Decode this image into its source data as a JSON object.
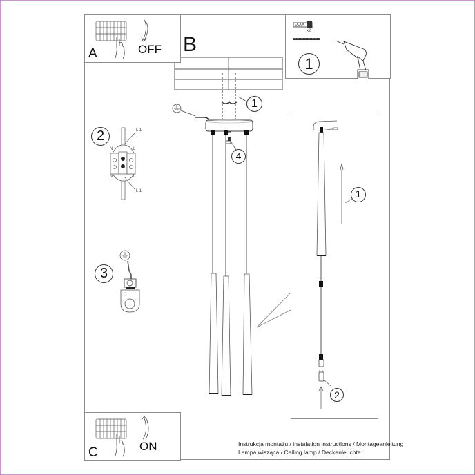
{
  "document": {
    "type": "installation-instructions",
    "product": "Ceiling lamp"
  },
  "panels": {
    "a": {
      "letter": "A",
      "state": "OFF"
    },
    "b": {
      "letter": "B"
    },
    "c": {
      "letter": "C",
      "state": "ON"
    }
  },
  "tools": {
    "step": "1",
    "quantity": "x2"
  },
  "steps": {
    "mount": "1",
    "wiring": "2",
    "ground": "3",
    "screw": "4",
    "detail_raise": "1",
    "detail_bulb": "2"
  },
  "wiring_labels": {
    "top_l1": "L 1",
    "top_n": "N",
    "top_l": "L",
    "bottom_n": "N",
    "bottom_l": "L",
    "bottom_l1": "L 1"
  },
  "footer": {
    "line1": "Instrukcja montażu / instalation instructions / Montageanleitung",
    "line2": "Lampa wisząca / Ceiling lamp / Deckenleuchte"
  },
  "colors": {
    "page_border": "#c994cf",
    "frame": "#8c8c8c",
    "ink": "#111111"
  }
}
